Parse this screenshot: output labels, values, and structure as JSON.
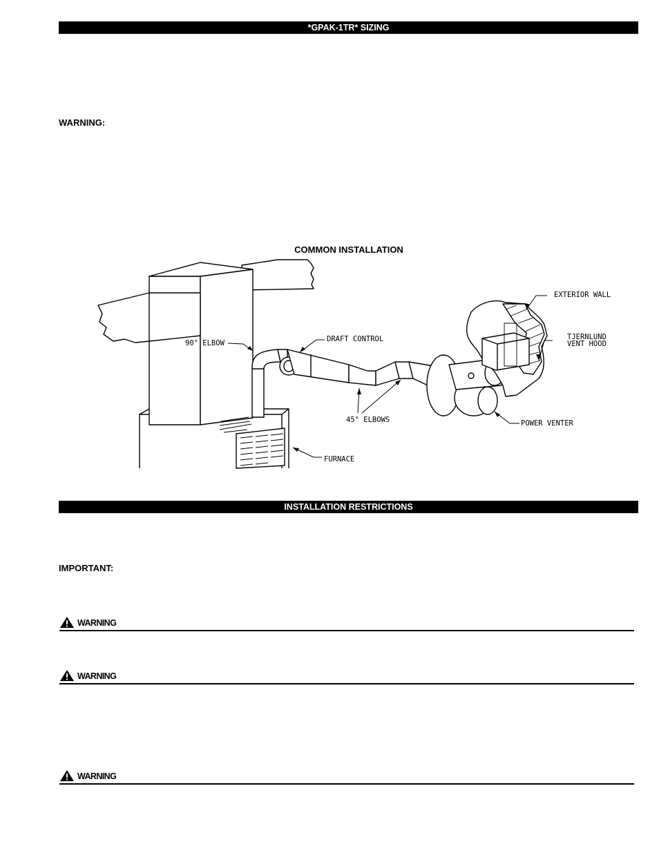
{
  "sections": {
    "sizing_title": "*GPAK-1TR* SIZING",
    "warning_label": "WARNING:",
    "figure_title": "COMMON INSTALLATION",
    "restrictions_title": "INSTALLATION RESTRICTIONS",
    "important_label": "IMPORTANT:"
  },
  "warnings": [
    "WARNING",
    "WARNING",
    "WARNING"
  ],
  "diagram": {
    "labels": {
      "elbow90": "90° ELBOW",
      "draft_control": "DRAFT CONTROL",
      "elbows45": "45° ELBOWS",
      "furnace": "FURNACE",
      "power_venter": "POWER VENTER",
      "exterior_wall": "EXTERIOR WALL",
      "vent_hood_1": "TJERNLUND",
      "vent_hood_2": "VENT HOOD"
    }
  }
}
